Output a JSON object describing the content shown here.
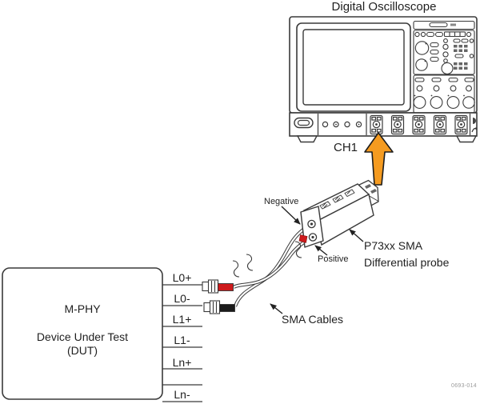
{
  "diagram": {
    "title": "Digital Oscilloscope",
    "figure_number": "0693-014"
  },
  "oscilloscope": {
    "channel_label": "CH1"
  },
  "probe": {
    "negative_label": "Negative",
    "positive_label": "Positive",
    "name_line1": "P73xx SMA",
    "name_line2": "Differential probe"
  },
  "cables": {
    "label": "SMA Cables"
  },
  "dut": {
    "line1": "M-PHY",
    "line2": "Device Under Test",
    "line3": "(DUT)",
    "pins": [
      "L0+",
      "L0-",
      "L1+",
      "L1-",
      "Ln+",
      "Ln-"
    ]
  },
  "colors": {
    "arrow_orange": "#F59B20",
    "positive_red": "#CE1A1C",
    "cable_black": "#1b1b1b",
    "line": "#3a3a3a"
  }
}
